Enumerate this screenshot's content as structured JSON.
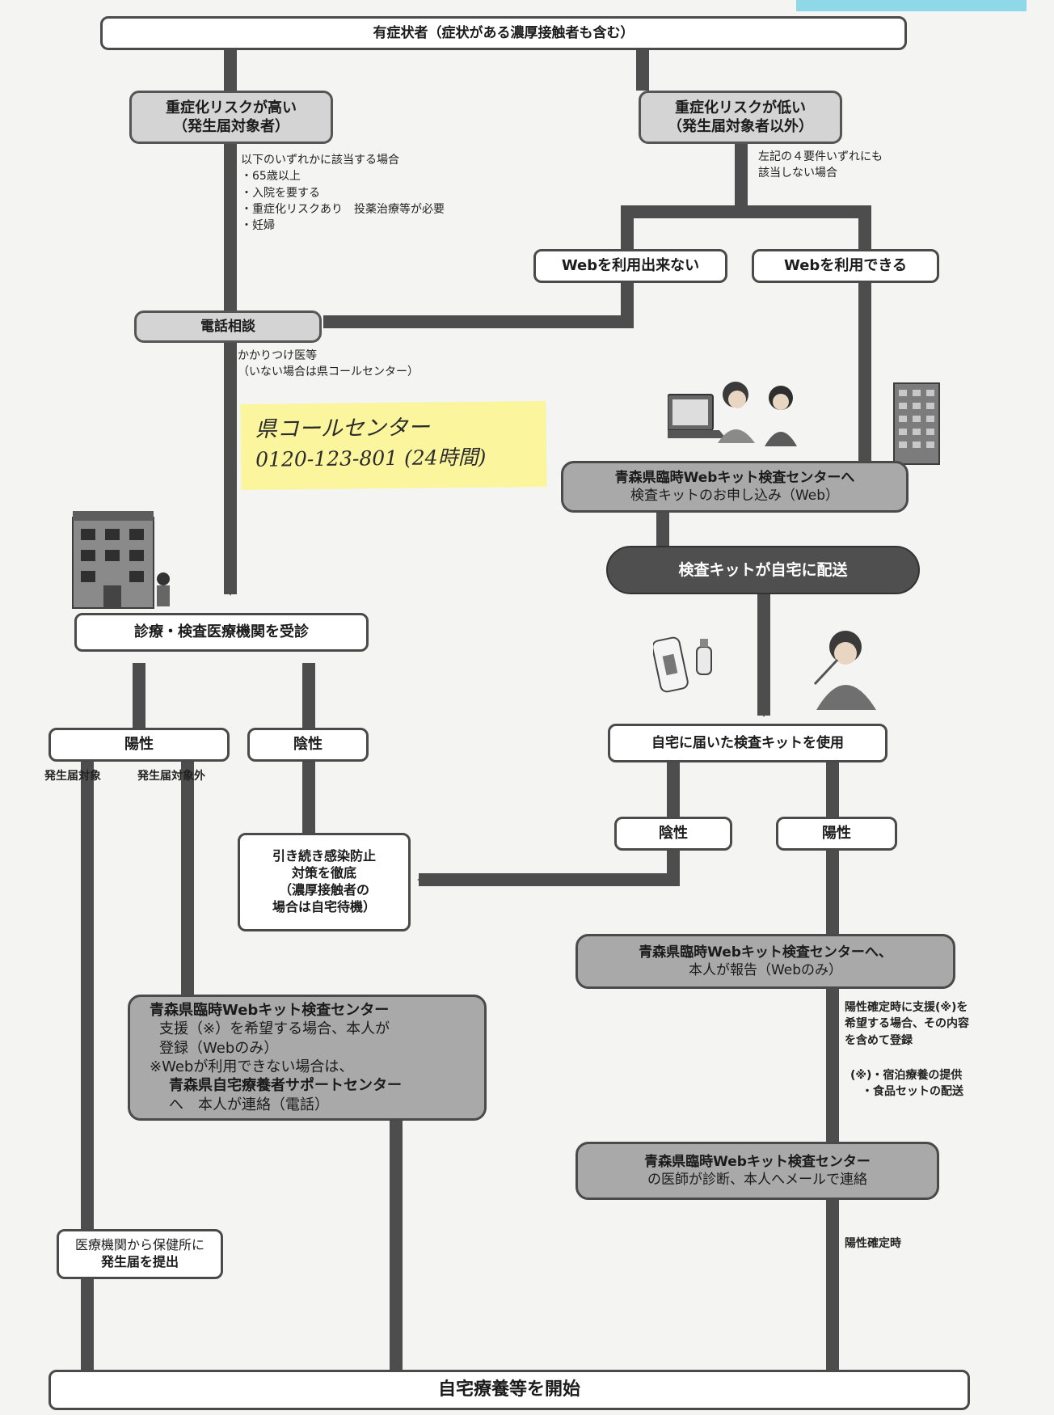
{
  "nodes": {
    "symptomatic": "有症状者（症状がある濃厚接触者も含む）",
    "high_risk_1": "重症化リスクが高い",
    "high_risk_2": "（発生届対象者）",
    "low_risk_1": "重症化リスクが低い",
    "low_risk_2": "（発生届対象者以外）",
    "web_unable": "Webを利用出来ない",
    "web_able": "Webを利用できる",
    "phone": "電話相談",
    "apply_1": "青森県臨時Webキット検査センターへ",
    "apply_2": "検査キットのお申し込み（Web）",
    "kit_delivery": "検査キットが自宅に配送",
    "visit_clinic": "診療・検査医療機関を受診",
    "use_kit": "自宅に届いた検査キットを使用",
    "clinic_positive": "陽性",
    "clinic_negative": "陰性",
    "kit_negative": "陰性",
    "kit_positive": "陽性",
    "prevention": "引き続き感染防止\n対策を徹底\n（濃厚接触者の\n場合は自宅待機）",
    "report_1": "青森県臨時Webキット検査センターへ、",
    "report_2": "本人が報告（Webのみ）",
    "support_1": "青森県臨時Webキット検査センター",
    "support_2": "支援（※）を希望する場合、本人が",
    "support_3": "登録（Webのみ）",
    "support_4": "※Webが利用できない場合は、",
    "support_5": "青森県自宅療養者サポートセンター",
    "support_6": "へ　本人が連絡（電話）",
    "doctor_1": "青森県臨時Webキット検査センター",
    "doctor_2": "の医師が診断、本人へメールで連絡",
    "notify_1": "医療機関から保健所に",
    "notify_2": "発生届を提出",
    "home_care": "自宅療養等を開始"
  },
  "notes": {
    "high_risk_criteria": "以下のいずれかに該当する場合\n・65歳以上\n・入院を要する\n・重症化リスクあり　投薬治療等が必要\n・妊婦",
    "low_risk_criteria": "左記の４要件いずれにも\n該当しない場合",
    "phone_target": "かかりつけ医等\n（いない場合は県コールセンター）",
    "notify_target": "発生届対象",
    "not_notify_target": "発生届対象外",
    "support_register": "陽性確定時に支援(※)を\n希望する場合、その内容\nを含めて登録",
    "support_content": "(※)・宿泊療養の提供\n　・食品セットの配送",
    "confirmed": "陽性確定時"
  },
  "sticky_note": {
    "line1": "県コールセンター",
    "line2": "0120-123-801 (24時間)"
  },
  "colors": {
    "line": "#4d4d4d",
    "sticky": "#fbf59e",
    "dark_box": "#a9a9a9",
    "light_box": "#d4d4d4"
  }
}
